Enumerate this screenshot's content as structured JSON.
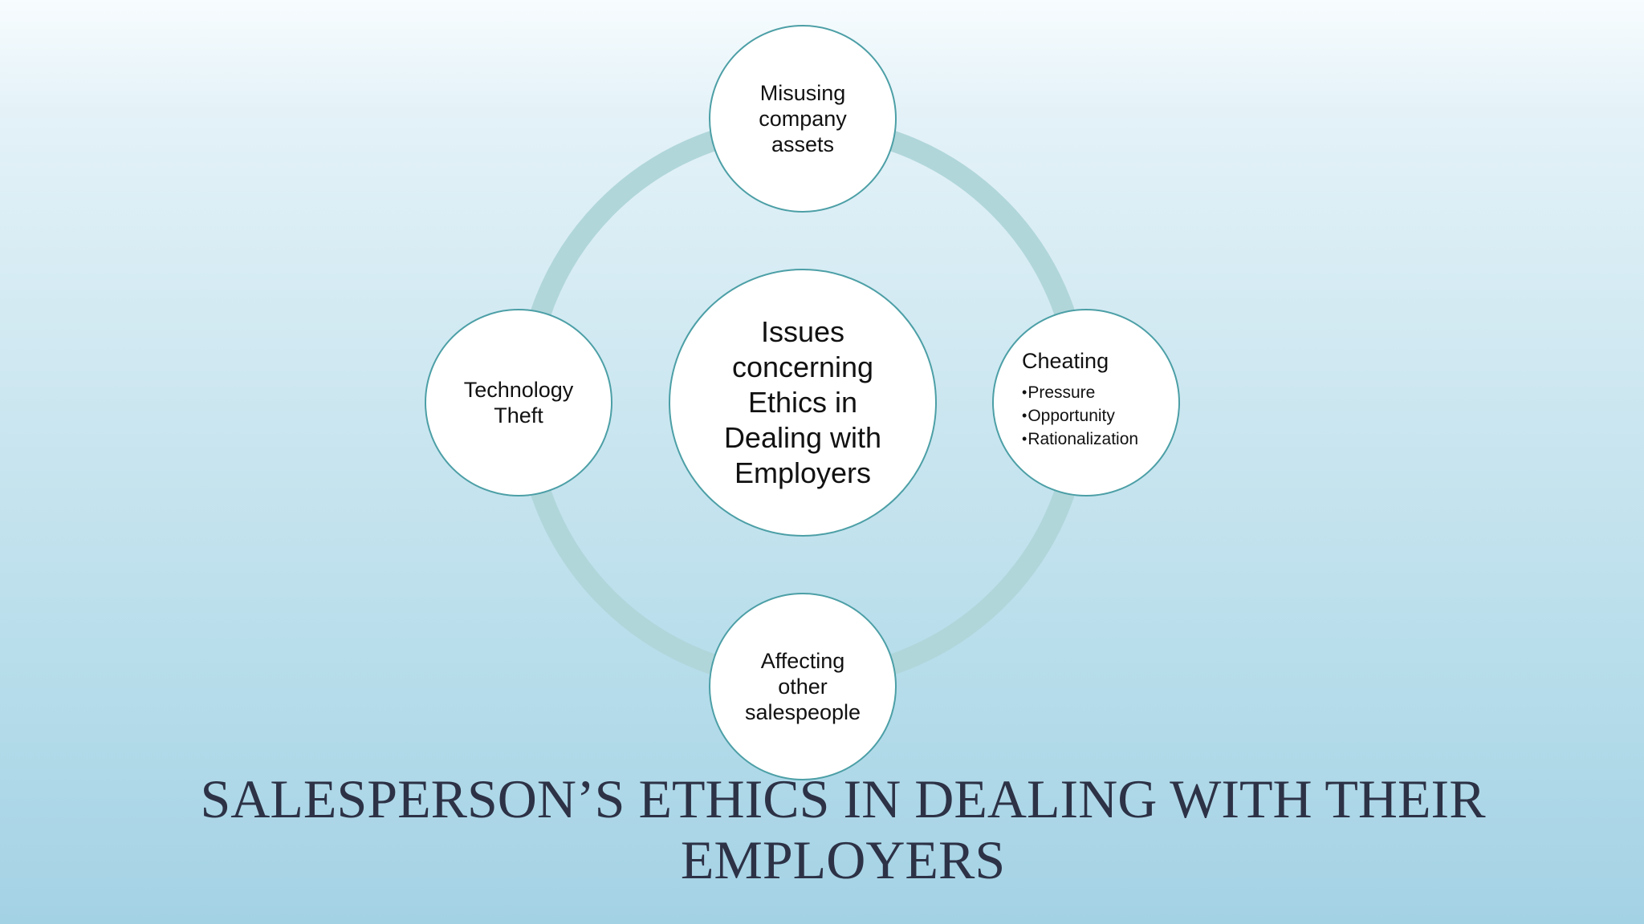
{
  "slide": {
    "title": "SALESPERSON’S ETHICS IN DEALING WITH THEIR EMPLOYERS"
  },
  "diagram": {
    "type": "radial-cycle",
    "ring_color": "#b0d6da",
    "node_border_color": "#4c9fa6",
    "center": {
      "label": "Issues concerning Ethics in Dealing with Employers"
    },
    "nodes": {
      "top": {
        "label": "Misusing company assets"
      },
      "right": {
        "label": "Cheating",
        "bullets": [
          "Pressure",
          "Opportunity",
          "Rationalization"
        ]
      },
      "bottom": {
        "label": "Affecting other salespeople"
      },
      "left": {
        "label": "Technology Theft"
      }
    }
  }
}
